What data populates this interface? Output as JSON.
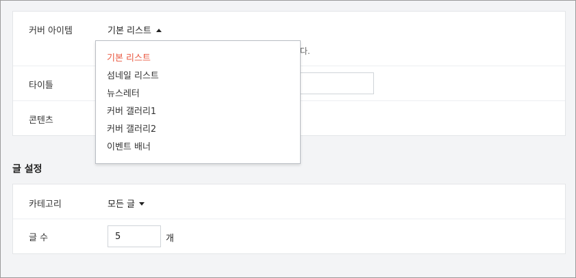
{
  "cover": {
    "label": "커버 아이템",
    "selected": "기본 리스트",
    "desc_tail": "다.",
    "options": [
      {
        "label": "기본 리스트",
        "selected": true
      },
      {
        "label": "섬네일 리스트",
        "selected": false
      },
      {
        "label": "뉴스레터",
        "selected": false
      },
      {
        "label": "커버 갤러리1",
        "selected": false
      },
      {
        "label": "커버 갤러리2",
        "selected": false
      },
      {
        "label": "이벤트 배너",
        "selected": false
      }
    ]
  },
  "title": {
    "label": "타이틀",
    "value": ""
  },
  "content": {
    "label": "콘텐츠"
  },
  "post_settings": {
    "heading": "글 설정",
    "category": {
      "label": "카테고리",
      "value": "모든 글"
    },
    "count": {
      "label": "글 수",
      "value": "5",
      "unit": "개"
    }
  },
  "colors": {
    "accent": "#e9573f"
  }
}
